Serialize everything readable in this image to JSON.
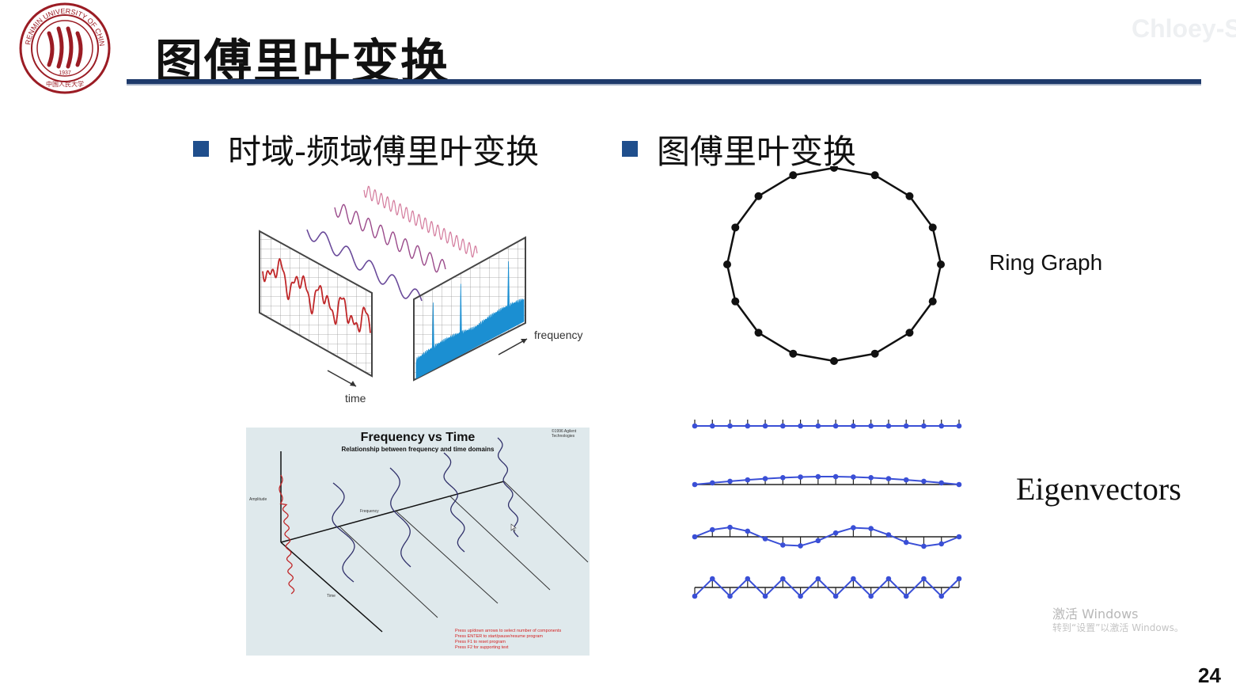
{
  "header": {
    "title": "图傅里叶变换",
    "watermark": "Chloey-S",
    "logo": {
      "text_top": "RENMIN UNIVERSITY OF CHINA",
      "year": "1937",
      "text_bottom": "中国人民大学",
      "color": "#9b1c24"
    }
  },
  "left_column": {
    "heading": "时域-频域傅里叶变换",
    "figure1": {
      "time_label": "time",
      "frequency_label": "frequency"
    },
    "figure2": {
      "title": "Frequency vs Time",
      "subtitle": "Relationship between frequency and time domains",
      "corner_note": [
        "©1996 Agilent",
        "Technologies"
      ],
      "amplitude_label": "Amplitude",
      "frequency_label": "Frequency",
      "time_label": "Time",
      "instructions": [
        "Press up/down arrows to select number of components",
        "Press ENTER to start/pause/resume program",
        "Press F1 to reset program",
        "Press F2 for supporting text"
      ]
    }
  },
  "right_column": {
    "heading": "图傅里叶变换",
    "ring_label": "Ring Graph",
    "eigen_label": "Eigenvectors"
  },
  "overlay": {
    "activate_title": "激活 Windows",
    "activate_sub": "转到“设置”以激活 Windows。"
  },
  "page_number": "24",
  "colors": {
    "accent": "#1f4e8c",
    "rule": "#1e3a6b",
    "signal_red": "#c0282a",
    "spectrum_blue": "#1b8fd2",
    "eigen_blue": "#3a4fd6"
  }
}
